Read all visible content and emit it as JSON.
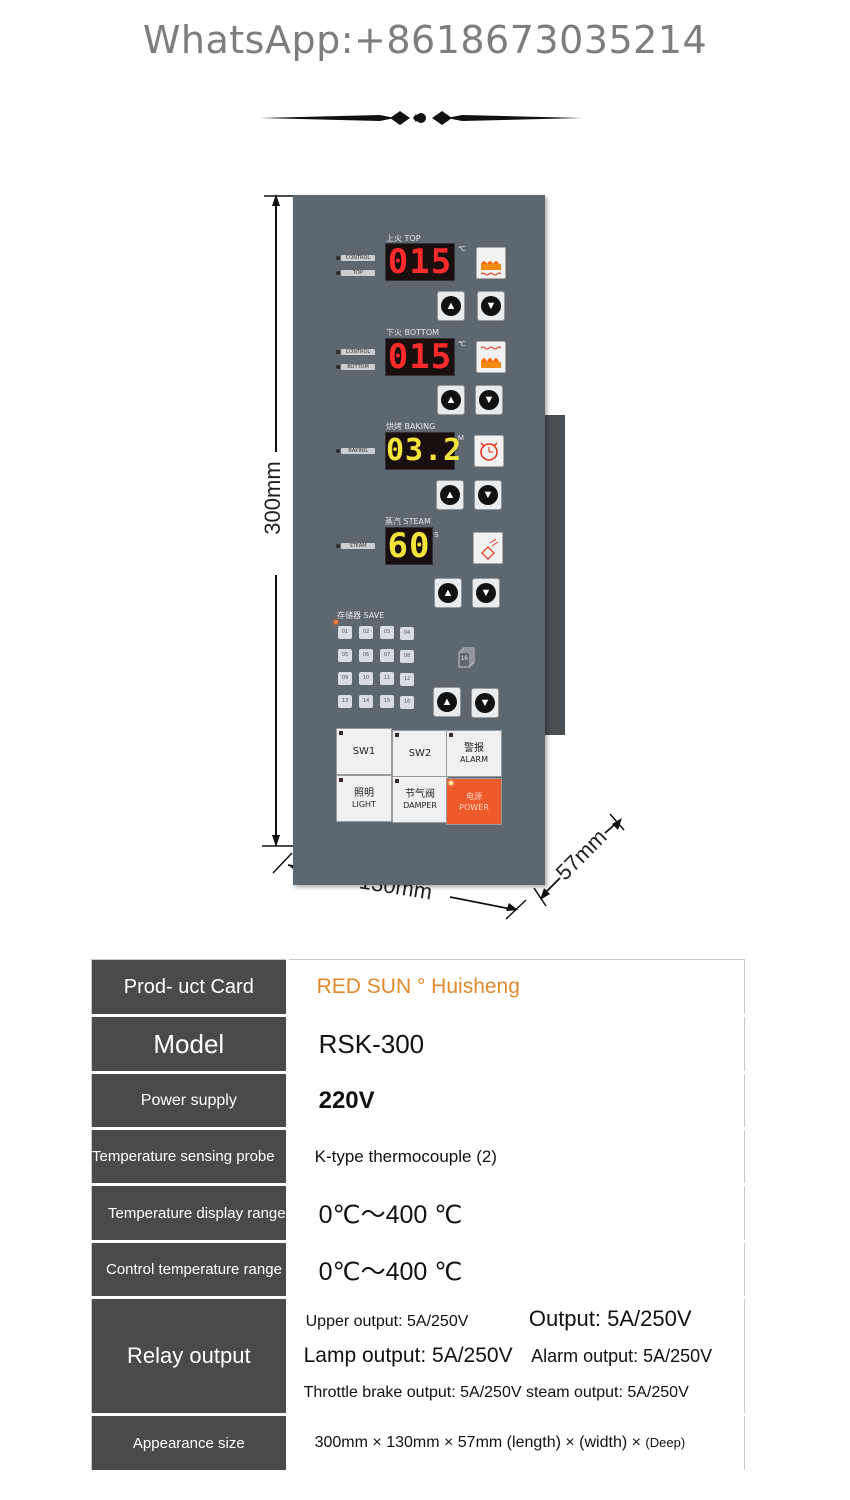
{
  "watermark": "WhatsApp:+8618673035214",
  "dimensions": {
    "height": "300mm",
    "width": "130mm",
    "depth": "57mm"
  },
  "panel": {
    "top": {
      "label": "上火 TOP",
      "value": "015",
      "unit": "℃",
      "tags": [
        "CONTROL",
        "TOP"
      ]
    },
    "bottom": {
      "label": "下火 BOTTOM",
      "value": "015",
      "unit": "℃",
      "tags": [
        "CONTROL",
        "BOTTOM"
      ]
    },
    "baking": {
      "label": "烘烤 BAKING",
      "value": "03.2",
      "unit": "M",
      "tags": [
        "BAKING"
      ]
    },
    "steam": {
      "label": "蒸汽 STEAM",
      "value": "60",
      "unit": "S",
      "tags": [
        "STEAM"
      ]
    },
    "save": {
      "label": "存储器 SAVE",
      "keys": [
        "01",
        "02",
        "03",
        "04",
        "05",
        "06",
        "07",
        "08",
        "09",
        "10",
        "11",
        "12",
        "13",
        "14",
        "15",
        "16"
      ],
      "icon_label": "16"
    },
    "buttons": {
      "sw1": "SW1",
      "sw2": "SW2",
      "alarm_cn": "警报",
      "alarm_en": "ALARM",
      "light_cn": "照明",
      "light_en": "LIGHT",
      "damper_cn": "节气阀",
      "damper_en": "DAMPER",
      "power_cn": "电源",
      "power_en": "POWER"
    }
  },
  "table": {
    "rows": [
      {
        "label": "Prod- uct Card",
        "value": "RED SUN ° Huisheng"
      },
      {
        "label": "Model",
        "value": "RSK-300"
      },
      {
        "label": "Power supply",
        "value": "220V"
      },
      {
        "label": "Temperature sensing probe",
        "value": "K-type thermocouple (2)"
      },
      {
        "label": "Temperature display range",
        "value": "0℃～400 ℃"
      },
      {
        "label": "Control temperature range",
        "value": "0℃～400 ℃"
      },
      {
        "label": "Relay output",
        "lines": [
          [
            "Upper output: 5A/250V",
            "Output: 5A/250V"
          ],
          [
            "Lamp output: 5A/250V",
            "Alarm output: 5A/250V"
          ],
          [
            "Throttle brake output: 5A/250V steam output: 5A/250V"
          ]
        ]
      },
      {
        "label": "Appearance size",
        "value": "300mm × 130mm × 57mm (length) × (width) × ",
        "value_small": "(Deep)"
      }
    ]
  },
  "colors": {
    "panel": "#5d6770",
    "led_red": "#ff2020",
    "led_yellow": "#f3e43a",
    "power_key": "#ef5a2a",
    "brand_text": "#e08a2e",
    "label_bg": "#4a4a4a"
  }
}
